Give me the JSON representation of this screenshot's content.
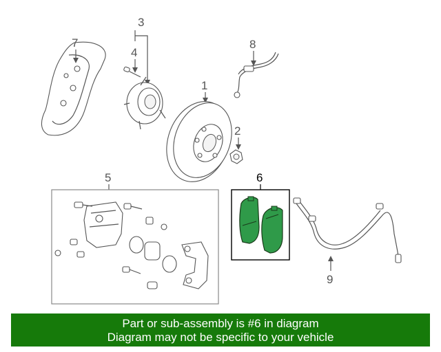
{
  "callouts": {
    "c1": "1",
    "c2": "2",
    "c3": "3",
    "c4": "4",
    "c5": "5",
    "c6": "6",
    "c7": "7",
    "c8": "8",
    "c9": "9"
  },
  "banner": {
    "line1": "Part or sub-assembly is #6 in diagram",
    "line2": "Diagram may not be specific to your vehicle"
  },
  "colors": {
    "banner_bg": "#167a0a",
    "pad_fill": "#2f9a49",
    "line": "#555555"
  }
}
